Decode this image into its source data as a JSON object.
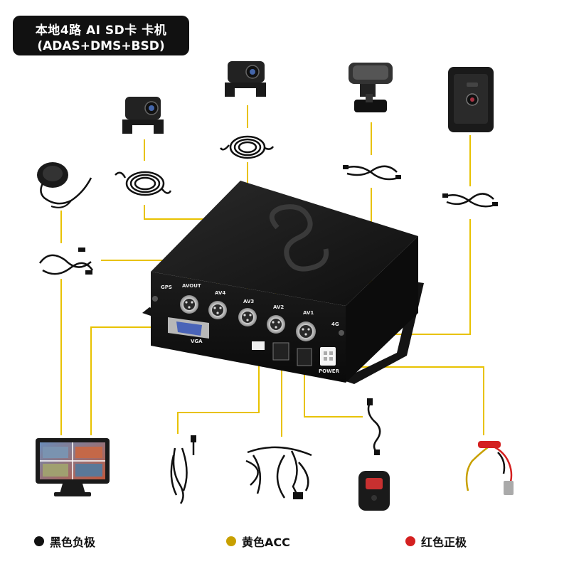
{
  "title": {
    "line1": "本地4路 AI SD卡 卡机",
    "line2": "(ADAS+DMS+BSD)"
  },
  "device": {
    "port_labels": [
      "GPS",
      "AVOUT",
      "AV4",
      "AV3",
      "AV2",
      "AV1",
      "4G",
      "VGA",
      "POWER"
    ]
  },
  "legend": [
    {
      "label": "黑色负极",
      "color": "#111111"
    },
    {
      "label": "黄色ACC",
      "color": "#c8a000"
    },
    {
      "label": "红色正极",
      "color": "#d42020"
    }
  ],
  "colors": {
    "connector_line": "#e8c200",
    "device_body": "#1a1a1a"
  },
  "components": [
    "title-badge",
    "bsd-speaker",
    "side-camera-left",
    "side-camera-right",
    "adas-camera",
    "dms-camera",
    "video-cable",
    "cable-loop",
    "mdvr-box",
    "monitor",
    "sd-lock-cable",
    "power-harness",
    "emergency-button",
    "fuse-power-cable"
  ]
}
